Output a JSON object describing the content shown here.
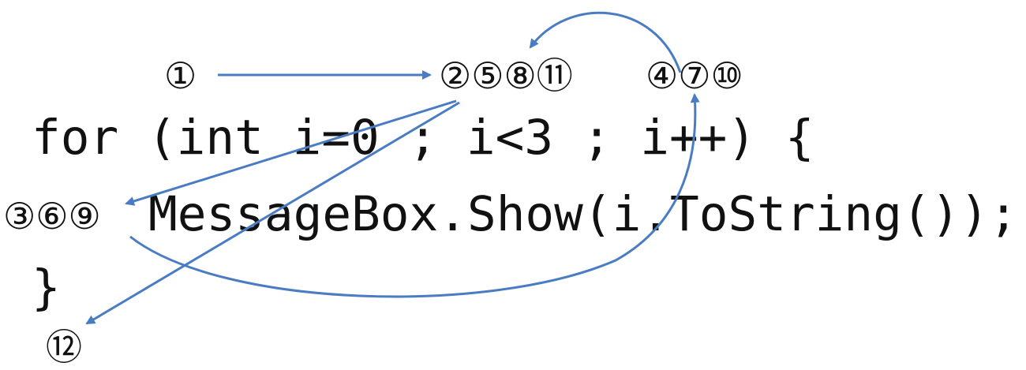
{
  "code": {
    "line1": "for (int i=0 ; i<3 ; i++) {",
    "line2": "MessageBox.Show(i.ToString());",
    "line3": "}"
  },
  "steps": {
    "init": "①",
    "condition": "②⑤⑧⑪",
    "increment": "④⑦⑩",
    "body": "③⑥⑨",
    "exit": "⑫"
  },
  "colors": {
    "arrow": "#4a7cc4",
    "text": "#111111"
  }
}
